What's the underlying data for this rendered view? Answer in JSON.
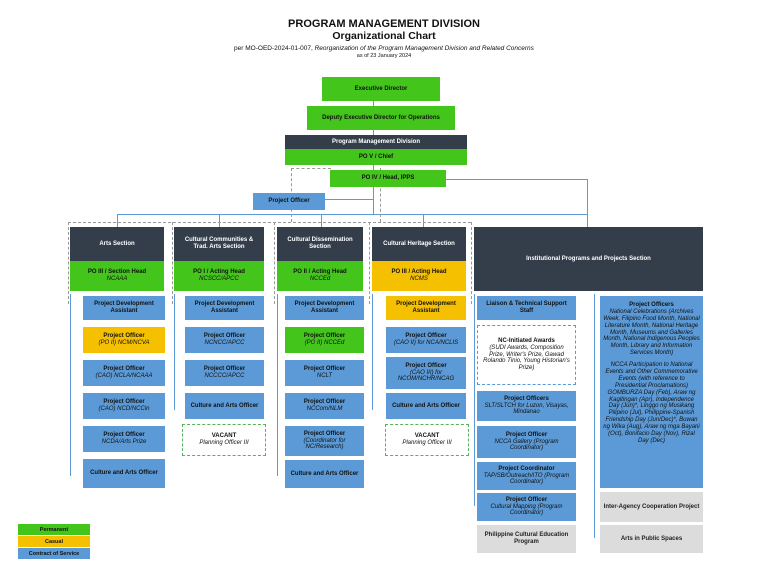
{
  "header": {
    "title": "PROGRAM MANAGEMENT DIVISION",
    "subtitle": "Organizational Chart",
    "reference_prefix": "per MO-OED-2024-01-007, ",
    "reference_italic": "Reorganization of the Program Management Division and Related Concerns",
    "as_of": "as of 23 January 2024"
  },
  "top": {
    "executive_director": "Executive Director",
    "deputy": "Deputy Executive Director for Operations",
    "pmd": "Program Management Division",
    "po5": "PO V / Chief",
    "po4": "PO IV / Head, IPPS",
    "project_officer": "Project Officer"
  },
  "sections": {
    "arts": {
      "title": "Arts Section",
      "head": "PO III / Section Head",
      "head_sub": "NCAAA",
      "items": [
        {
          "title": "Project Development Assistant",
          "sub": ""
        },
        {
          "title": "Project Officer",
          "sub": "(PO II) NCM/NCVA"
        },
        {
          "title": "Project Officer",
          "sub": "(CAO) NCLA/NCAAA"
        },
        {
          "title": "Project Officer",
          "sub": "(CAO) NCD/NCCin"
        },
        {
          "title": "Project Officer",
          "sub": "NCDA/Arts Prize"
        },
        {
          "title": "Culture and Arts Officer",
          "sub": ""
        }
      ]
    },
    "ccta": {
      "title": "Cultural Communities & Trad. Arts Section",
      "head": "PO I / Acting Head",
      "head_sub": "NCSCC/APCC",
      "items": [
        {
          "title": "Project Development Assistant",
          "sub": ""
        },
        {
          "title": "Project Officer",
          "sub": "NCNCC/APCC"
        },
        {
          "title": "Project Officer",
          "sub": "NCCCC/APCC"
        },
        {
          "title": "Culture and Arts Officer",
          "sub": ""
        },
        {
          "title": "VACANT",
          "sub": "Planning Officer III"
        }
      ]
    },
    "cds": {
      "title": "Cultural Dissemination Section",
      "head": "PO II / Acting Head",
      "head_sub": "NCCEd",
      "items": [
        {
          "title": "Project Development Assistant",
          "sub": ""
        },
        {
          "title": "Project Officer",
          "sub": "(PO II) NCCEd"
        },
        {
          "title": "Project Officer",
          "sub": "NCLT"
        },
        {
          "title": "Project Officer",
          "sub": "NCCom/NLM"
        },
        {
          "title": "Project Officer",
          "sub": "(Coordinator for NC/Research)"
        },
        {
          "title": "Culture and Arts Officer",
          "sub": ""
        }
      ]
    },
    "chs": {
      "title": "Cultural Heritage Section",
      "head": "PO III / Acting Head",
      "head_sub": "NCMS",
      "items": [
        {
          "title": "Project Development Assistant",
          "sub": ""
        },
        {
          "title": "Project Officer",
          "sub": "(CAO II) for NCA/NCLIS"
        },
        {
          "title": "Project Officer",
          "sub": "(CAO III) for NCOM/NCHR/NCAG"
        },
        {
          "title": "Culture and Arts Officer",
          "sub": ""
        },
        {
          "title": "VACANT",
          "sub": "Planning Officer III"
        }
      ]
    },
    "ipps": {
      "title": "Institutional Programs and Projects Section",
      "liaison": "Liaison & Technical Support Staff",
      "nc_awards_title": "NC-Initiated Awards",
      "nc_awards_sub": "(SUDI Awards, Composition Prize, Writer's Prize, Gawad Rolando Tinio, Young Historian's Prize)",
      "po_slt": "Project Officers",
      "po_slt_sub": "SLT/SLTCH for Luzon, Visayas, Mindanao",
      "po_gallery": "Project Officer",
      "po_gallery_sub": "NCCA Gallery (Program Coordinator)",
      "coordinator": "Project Coordinator",
      "coordinator_sub": "TAP/SB/Outreach/ITO (Program Coordinator)",
      "po_mapping": "Project Officer",
      "po_mapping_sub": "Cultural Mapping (Program Coordinator)",
      "pcep": "Philippine Cultural Education Program",
      "po_right_title": "Project Officers",
      "po_right_sub1": "National Celebrations (Archives Week, Filipino Food Month, National Literature Month, National Heritage Month, Museums and Galleries Month, National Indigenous Peoples Month, Library and Information Services Month)",
      "po_right_sub2": "NCCA Participation to National Events and Other Commemorative Events (with reference to Presidential Proclamations) GOMBURZA Day (Feb), Araw ng Kagitingan (Apr), Independence Day (Jun)*, Linggo ng Musikang Pilipino (Jul), Philippine-Spanish Friendship Day (Jun/Dec)*, Buwan ng Wika (Aug), Araw ng mga Bayani (Oct), Bonifacio Day (Nov), Rizal Day (Dec)",
      "inter_agency": "Inter-Agency Cooperation Project",
      "arts_public": "Arts in Public Spaces"
    }
  },
  "legend": {
    "permanent": "Permanent",
    "casual": "Casual",
    "cos": "Contract of Service"
  },
  "colors": {
    "permanent": "#44c51c",
    "casual": "#f5c000",
    "cos": "#5b9ad6",
    "header": "#343e4b"
  }
}
